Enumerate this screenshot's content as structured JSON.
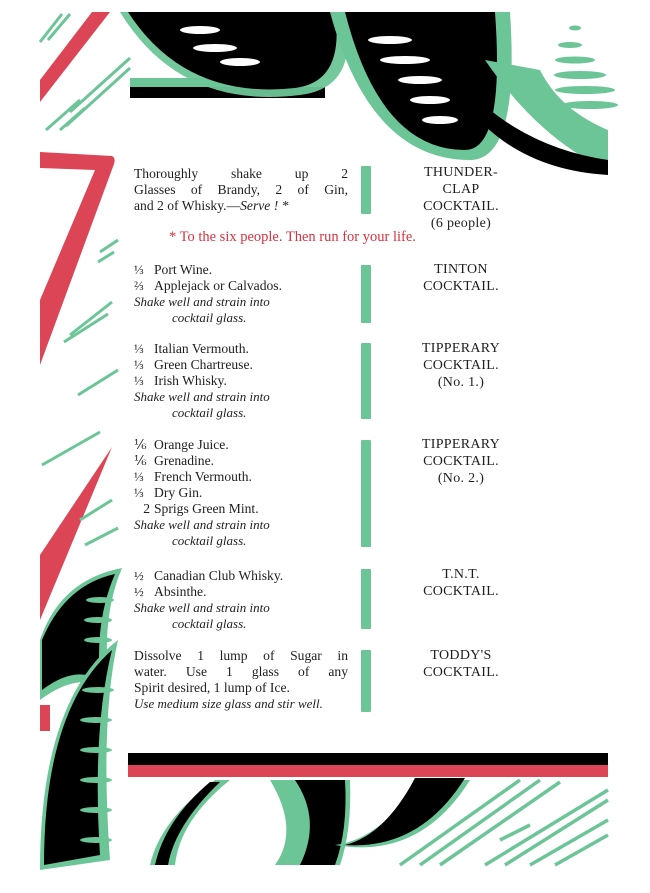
{
  "colors": {
    "green": "#6cc597",
    "red": "#dc4555",
    "black": "#000000",
    "note_red": "#d8323f"
  },
  "recipes": [
    {
      "title": [
        "THUNDER-",
        "CLAP",
        "COCKTAIL.",
        "(6 people)"
      ],
      "body": [
        "Thoroughly shake up 2",
        "Glasses of Brandy, 2 of Gin,"
      ],
      "body_last": "and 2 of Whisky.—",
      "body_last_italic": "Serve ! *"
    },
    {
      "title": [
        "TINTON",
        "COCKTAIL."
      ],
      "ingredients": [
        {
          "qty": "⅓",
          "text": "Port Wine."
        },
        {
          "qty": "⅔",
          "text": "Applejack or Calvados."
        }
      ],
      "instructions": [
        "Shake well and strain into",
        "cocktail glass."
      ]
    },
    {
      "title": [
        "TIPPERARY",
        "COCKTAIL.",
        "(No. 1.)"
      ],
      "ingredients": [
        {
          "qty": "⅓",
          "text": "Italian Vermouth."
        },
        {
          "qty": "⅓",
          "text": "Green Chartreuse."
        },
        {
          "qty": "⅓",
          "text": "Irish Whisky."
        }
      ],
      "instructions": [
        "Shake well and strain into",
        "cocktail glass."
      ]
    },
    {
      "title": [
        "TIPPERARY",
        "COCKTAIL.",
        "(No. 2.)"
      ],
      "ingredients": [
        {
          "qty": "⅙",
          "text": "Orange Juice."
        },
        {
          "qty": "⅙",
          "text": "Grenadine."
        },
        {
          "qty": "⅓",
          "text": "French Vermouth."
        },
        {
          "qty": "⅓",
          "text": "Dry Gin."
        },
        {
          "qty": "2",
          "text": "Sprigs Green Mint."
        }
      ],
      "instructions": [
        "Shake well and strain into",
        "cocktail glass."
      ]
    },
    {
      "title": [
        "T.N.T.",
        "COCKTAIL."
      ],
      "ingredients": [
        {
          "qty": "½",
          "text": "Canadian Club Whisky."
        },
        {
          "qty": "½",
          "text": "Absinthe."
        }
      ],
      "instructions": [
        "Shake well and strain into",
        "cocktail glass."
      ]
    },
    {
      "title": [
        "TODDY'S",
        "COCKTAIL."
      ],
      "body": [
        "Dissolve 1 lump of Sugar in",
        "water.  Use 1 glass of any"
      ],
      "body_plain": "Spirit desired, 1 lump of Ice.",
      "instructions": [
        "Use medium size glass and stir well."
      ]
    }
  ],
  "footnote": "* To the six people.  Then run for your life."
}
